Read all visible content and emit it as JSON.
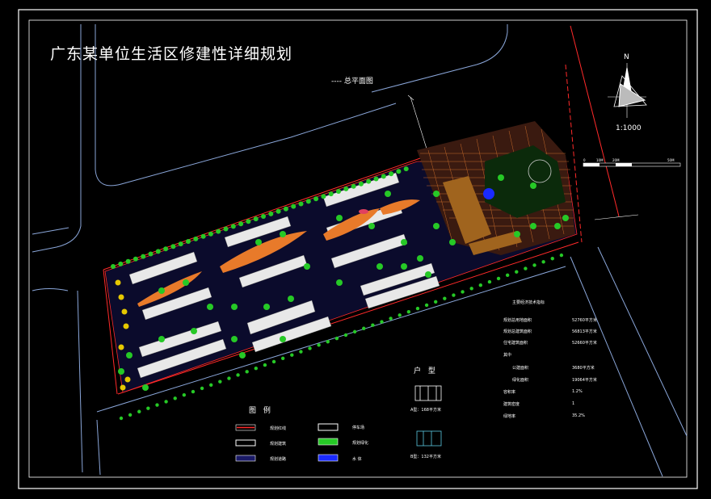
{
  "drawing": {
    "title": "广东某单位生活区修建性详细规划",
    "subtitle": "---- 总平面图",
    "north": "N",
    "scale": "1:1000",
    "scalebar_ticks": [
      "0",
      "10M",
      "20M",
      "50M"
    ]
  },
  "legend": {
    "title": "图  例",
    "items": [
      {
        "label": "规划红线"
      },
      {
        "label": "规划建筑"
      },
      {
        "label": "规划道路"
      },
      {
        "label": "停车场"
      },
      {
        "label": "规划绿化"
      },
      {
        "label": "水 体"
      }
    ]
  },
  "unit_types": {
    "title": "户  型",
    "a_label": "A型：168平方米",
    "b_label": "B型：132平方米"
  },
  "tech_table": {
    "title": "主要经济技术指标",
    "rows": [
      {
        "k": "规划总用地面积",
        "v": "52760平方米"
      },
      {
        "k": "规划总建筑面积",
        "v": "56813平方米"
      },
      {
        "k": "住宅建筑面积",
        "v": "52660平方米"
      },
      {
        "k": "其中",
        "v": ""
      },
      {
        "k": "公建面积",
        "v": "3680平方米"
      },
      {
        "k": "绿化面积",
        "v": "19064平方米"
      },
      {
        "k": "容积率",
        "v": "1.2%"
      },
      {
        "k": "建筑密度",
        "v": "1"
      },
      {
        "k": "绿地率",
        "v": "35.2%"
      }
    ]
  },
  "colors": {
    "frame": "#ffffff",
    "red_line": "#ff2a2a",
    "green": "#26c926",
    "yellow": "#e6c800",
    "road": "#1a1a66",
    "water": "#1a2aff"
  }
}
